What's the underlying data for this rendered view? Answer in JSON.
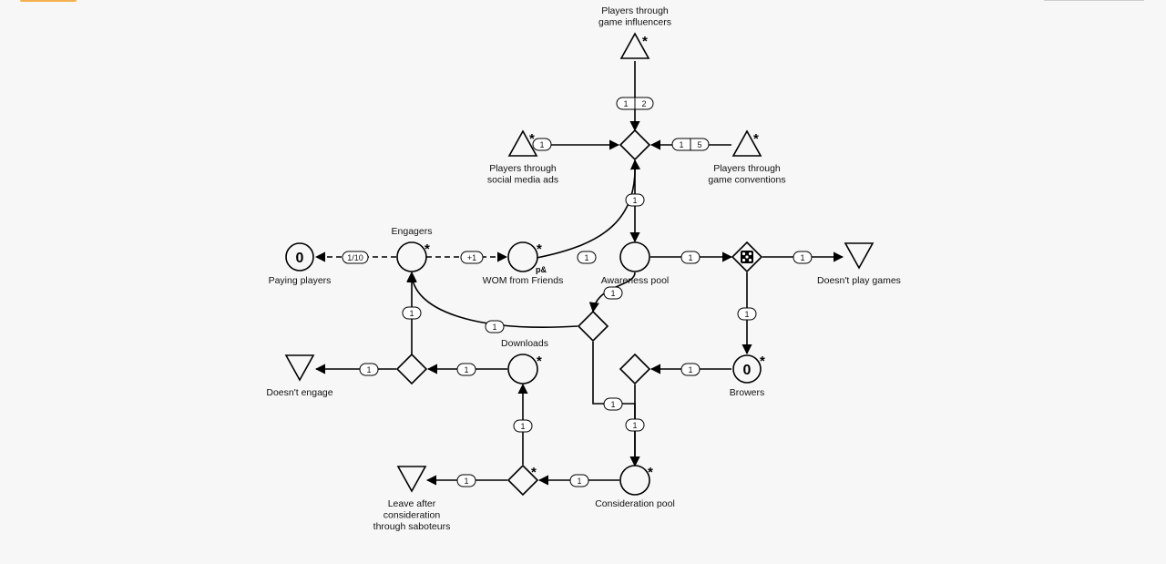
{
  "nodes": {
    "influencers": {
      "label": "Players through\ngame influencers",
      "star": true
    },
    "social_ads": {
      "label": "Players through\nsocial media ads",
      "star": true
    },
    "conventions": {
      "label": "Players through\ngame conventions",
      "star": true
    },
    "engagers": {
      "label": "Engagers",
      "star": true
    },
    "paying": {
      "label": "Paying players",
      "count": "0"
    },
    "wom": {
      "label": "WOM from Friends",
      "star": true,
      "tag": "p&"
    },
    "awareness": {
      "label": "Awareness pool"
    },
    "no_games": {
      "label": "Doesn't play games"
    },
    "browsers": {
      "label": "Browers",
      "count": "0",
      "star": true
    },
    "downloads": {
      "label": "Downloads",
      "star": true
    },
    "no_engage": {
      "label": "Doesn't engage"
    },
    "consideration": {
      "label": "Consideration pool",
      "star": true
    },
    "saboteurs": {
      "label": "Leave after\nconsideration\nthrough saboteurs"
    },
    "gate_consid": {
      "star": true
    }
  },
  "edge_labels": {
    "influencers_to_gate": [
      "1",
      "2"
    ],
    "ads_to_gate": "1",
    "conventions_to_gate": [
      "1",
      "5"
    ],
    "gate_to_awareness": "1",
    "wom_to_gate": "1",
    "engagers_to_paying": "1/10",
    "engagers_to_wom": "+1",
    "awareness_to_dice": "1",
    "dice_to_nogames": "1",
    "dice_to_browsers": "1",
    "awareness_to_gate_mid": "1",
    "gate_mid_to_engagers": "1",
    "gate_down_to_noengage": "1",
    "downloads_to_gate_down": "1",
    "gate_down_to_engagers": "1",
    "browsers_to_gate_browse": "1",
    "gate_mid_to_consid": "1",
    "gate_browse_to_consid": "1",
    "consid_to_gate_consid": "1",
    "gate_consid_to_saboteurs": "1",
    "gate_consid_to_downloads": "1"
  },
  "symbols": {
    "star": "*",
    "dice": "dice-icon"
  }
}
